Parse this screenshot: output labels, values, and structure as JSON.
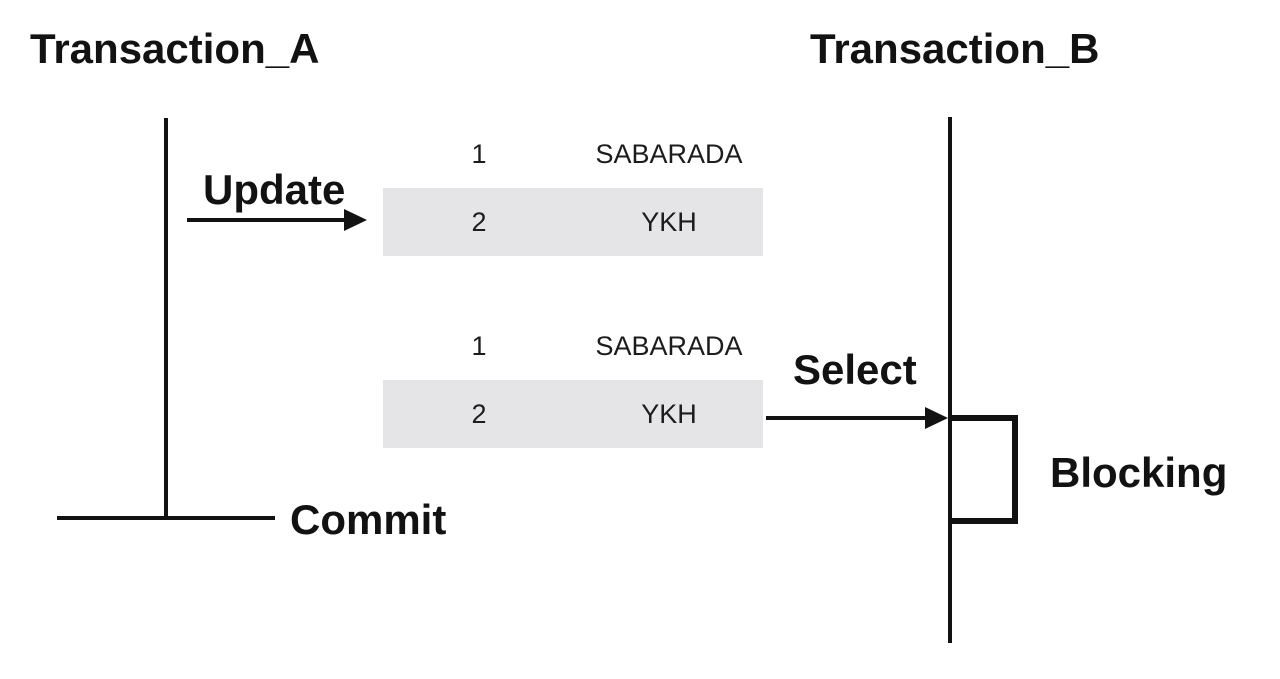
{
  "diagram": {
    "lane_a_title": "Transaction_A",
    "lane_b_title": "Transaction_B",
    "labels": {
      "update": "Update",
      "select": "Select",
      "commit": "Commit",
      "blocking": "Blocking"
    },
    "colors": {
      "background": "#ffffff",
      "ink": "#121212",
      "row_highlight": "#e5e5e7"
    },
    "tables": [
      {
        "rows": [
          {
            "id": "1",
            "value": "SABARADA",
            "highlighted": false
          },
          {
            "id": "2",
            "value": "YKH",
            "highlighted": true
          }
        ]
      },
      {
        "rows": [
          {
            "id": "1",
            "value": "SABARADA",
            "highlighted": false
          },
          {
            "id": "2",
            "value": "YKH",
            "highlighted": true
          }
        ]
      }
    ]
  }
}
